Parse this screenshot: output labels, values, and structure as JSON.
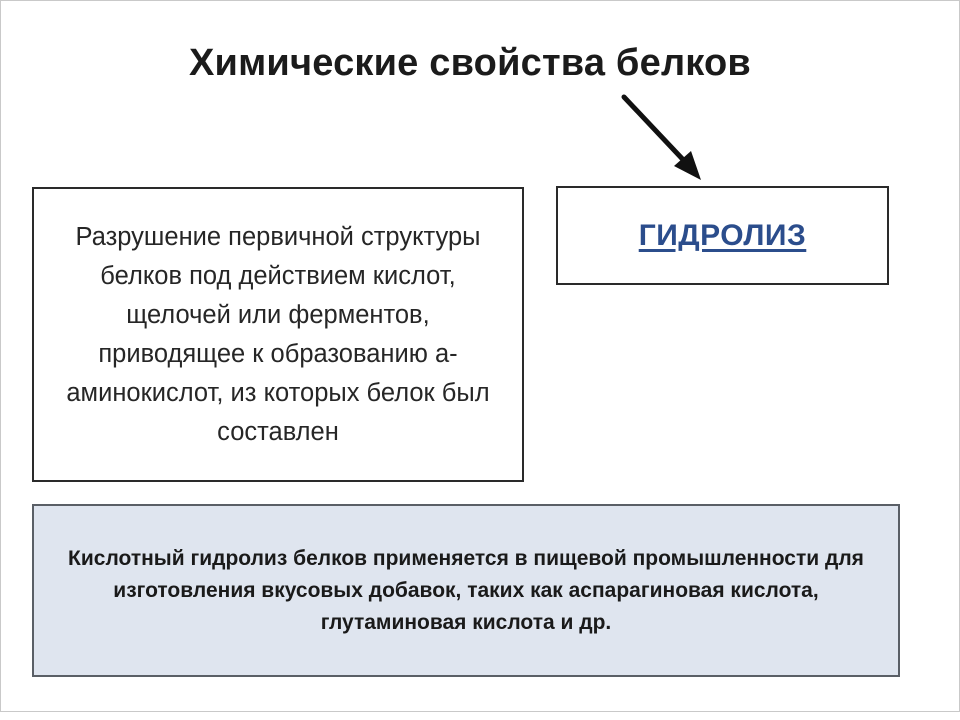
{
  "title": "Химические свойства белков",
  "definition_text": "Разрушение первичной структуры белков под действием кислот, щелочей или ферментов, приводящее к образованию a-аминокислот, из которых белок был составлен",
  "term": "ГИДРОЛИЗ",
  "application_text": "Кислотный гидролиз белков применяется в пищевой промышленности для изготовления вкусовых добавок, таких как аспарагиновая кислота, глутаминовая кислота и др.",
  "colors": {
    "term": "#2b4d8c",
    "application_background": "#dfe5ef"
  }
}
